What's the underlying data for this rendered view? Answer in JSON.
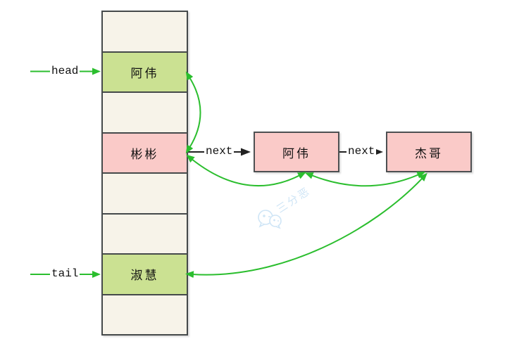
{
  "bucket_array": {
    "cells": [
      {
        "label": "",
        "type": "empty"
      },
      {
        "label": "阿伟",
        "type": "green"
      },
      {
        "label": "",
        "type": "empty"
      },
      {
        "label": "彬彬",
        "type": "pink"
      },
      {
        "label": "",
        "type": "empty"
      },
      {
        "label": "",
        "type": "empty"
      },
      {
        "label": "淑慧",
        "type": "green"
      },
      {
        "label": "",
        "type": "empty"
      }
    ]
  },
  "pointers": {
    "head": "head",
    "tail": "tail"
  },
  "linked_nodes": [
    {
      "label": "阿伟"
    },
    {
      "label": "杰哥"
    }
  ],
  "edge_labels": {
    "bucket_to_node": "next",
    "node_to_node": "next"
  },
  "watermark": {
    "text": "三分恶"
  },
  "colors": {
    "arrow_green": "#2bbe2e",
    "arrow_black": "#222222",
    "cell_empty": "#f7f3e9",
    "cell_green": "#cbe192",
    "cell_pink": "#facac8",
    "border_dark": "#45494a",
    "watermark_blue": "#cfe5f6"
  }
}
